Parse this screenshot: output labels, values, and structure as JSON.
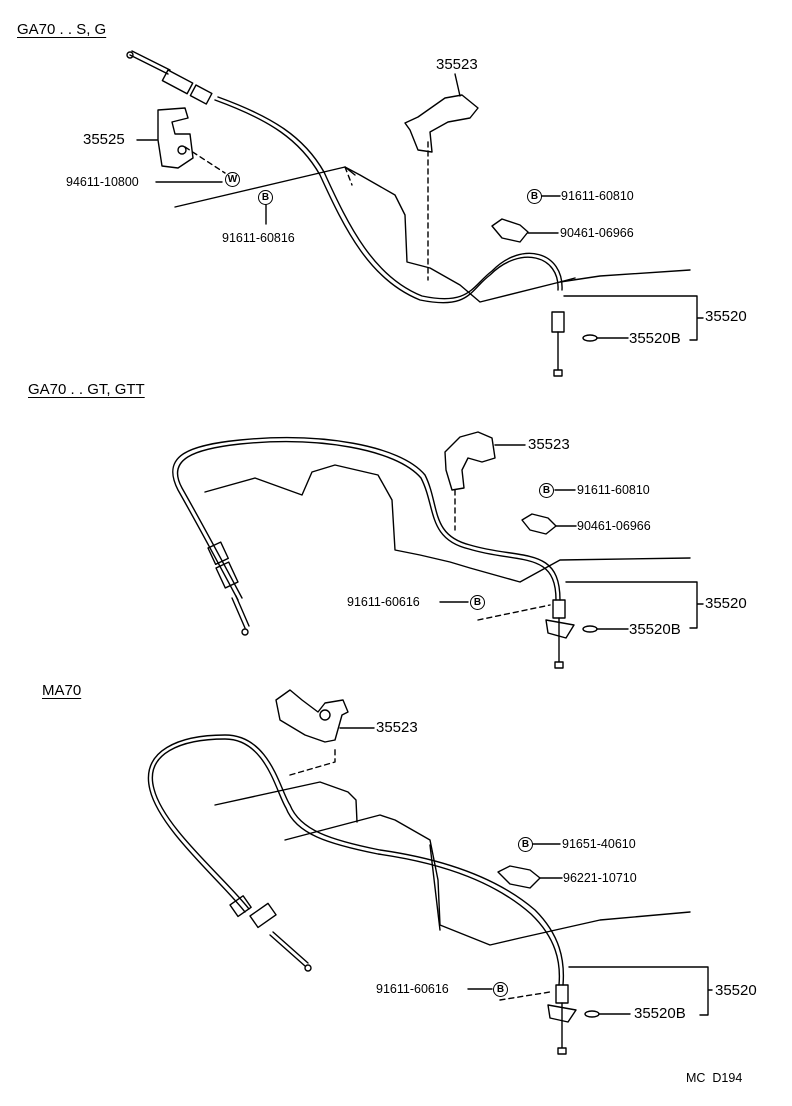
{
  "sections": {
    "s1": {
      "title": "GA70 . . S, G"
    },
    "s2": {
      "title": "GA70 . . GT, GTT"
    },
    "s3": {
      "title": "MA70"
    }
  },
  "labels": {
    "s1": {
      "p35523": "35523",
      "p35525": "35525",
      "p94611": "94611-10800",
      "w_symbol": "W",
      "p91611_816": "91611-60816",
      "b_symbol_left": "B",
      "b_symbol_right": "B",
      "p91611_810": "91611-60810",
      "p90461": "90461-06966",
      "p35520": "35520",
      "p35520B": "35520B"
    },
    "s2": {
      "p35523": "35523",
      "b_symbol_top": "B",
      "p91611_810": "91611-60810",
      "p90461": "90461-06966",
      "p91611_616": "91611-60616",
      "b_symbol_left": "B",
      "p35520": "35520",
      "p35520B": "35520B"
    },
    "s3": {
      "p35523": "35523",
      "b_symbol_top": "B",
      "p91651": "91651-40610",
      "p96221": "96221-10710",
      "p91611_616": "91611-60616",
      "b_symbol_left": "B",
      "p35520": "35520",
      "p35520B": "35520B"
    }
  },
  "footer": {
    "code": "MC  D194"
  }
}
